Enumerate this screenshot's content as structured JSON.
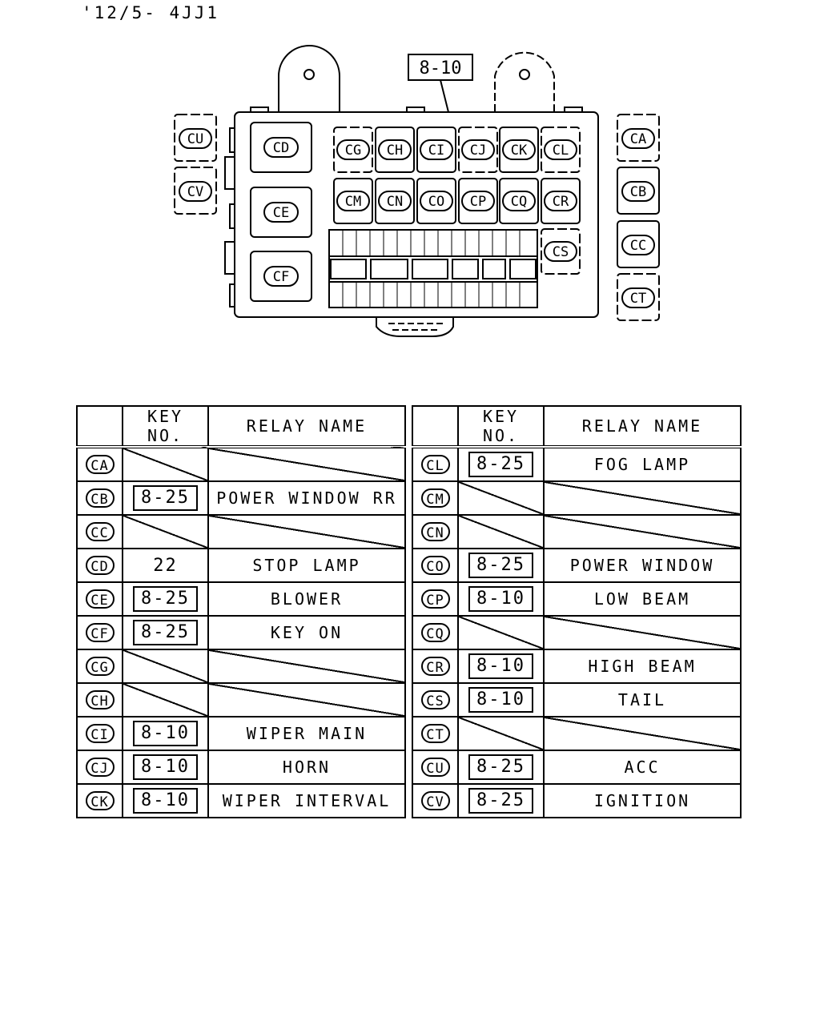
{
  "header": {
    "code": "'12/5- 4JJ1"
  },
  "diagram": {
    "callout": "8-10",
    "left_side": [
      "CU",
      "CV"
    ],
    "right_side": [
      "CA",
      "CB",
      "CC",
      "CT"
    ],
    "inner_left": [
      "CD",
      "CE",
      "CF"
    ],
    "grid_row1": [
      "CG",
      "CH",
      "CI",
      "CJ",
      "CK",
      "CL"
    ],
    "grid_row2": [
      "CM",
      "CN",
      "CO",
      "CP",
      "CQ",
      "CR"
    ],
    "grid_extra": [
      "CS"
    ]
  },
  "table": {
    "headers": {
      "key": "KEY NO.",
      "relay": "RELAY NAME"
    },
    "left_rows": [
      {
        "id": "CA",
        "key": "",
        "name": "",
        "key_style": "slash"
      },
      {
        "id": "CB",
        "key": "8-25",
        "name": "POWER WINDOW RR",
        "key_style": "box"
      },
      {
        "id": "CC",
        "key": "",
        "name": "",
        "key_style": "slash"
      },
      {
        "id": "CD",
        "key": "22",
        "name": "STOP LAMP",
        "key_style": "plain"
      },
      {
        "id": "CE",
        "key": "8-25",
        "name": "BLOWER",
        "key_style": "box"
      },
      {
        "id": "CF",
        "key": "8-25",
        "name": "KEY ON",
        "key_style": "box"
      },
      {
        "id": "CG",
        "key": "",
        "name": "",
        "key_style": "slash"
      },
      {
        "id": "CH",
        "key": "",
        "name": "",
        "key_style": "slash"
      },
      {
        "id": "CI",
        "key": "8-10",
        "name": "WIPER MAIN",
        "key_style": "box"
      },
      {
        "id": "CJ",
        "key": "8-10",
        "name": "HORN",
        "key_style": "box"
      },
      {
        "id": "CK",
        "key": "8-10",
        "name": "WIPER INTERVAL",
        "key_style": "box"
      }
    ],
    "right_rows": [
      {
        "id": "CL",
        "key": "8-25",
        "name": "FOG LAMP",
        "key_style": "box"
      },
      {
        "id": "CM",
        "key": "",
        "name": "",
        "key_style": "slash"
      },
      {
        "id": "CN",
        "key": "",
        "name": "",
        "key_style": "slash"
      },
      {
        "id": "CO",
        "key": "8-25",
        "name": "POWER WINDOW",
        "key_style": "box"
      },
      {
        "id": "CP",
        "key": "8-10",
        "name": "LOW BEAM",
        "key_style": "box"
      },
      {
        "id": "CQ",
        "key": "",
        "name": "",
        "key_style": "slash"
      },
      {
        "id": "CR",
        "key": "8-10",
        "name": "HIGH BEAM",
        "key_style": "box"
      },
      {
        "id": "CS",
        "key": "8-10",
        "name": "TAIL",
        "key_style": "box"
      },
      {
        "id": "CT",
        "key": "",
        "name": "",
        "key_style": "slash"
      },
      {
        "id": "CU",
        "key": "8-25",
        "name": "ACC",
        "key_style": "box"
      },
      {
        "id": "CV",
        "key": "8-25",
        "name": "IGNITION",
        "key_style": "box"
      }
    ]
  }
}
